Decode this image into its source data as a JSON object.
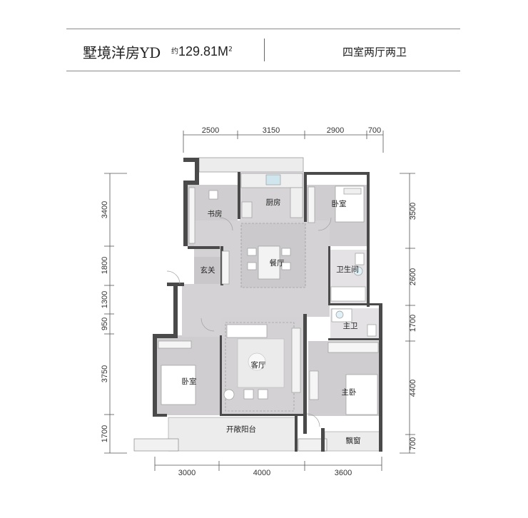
{
  "header": {
    "title": "墅境洋房YD",
    "area_prefix": "约",
    "area_value": "129.81M",
    "area_unit_sup": "2",
    "layout_type": "四室两厅两卫"
  },
  "dimensions": {
    "top": [
      "2500",
      "3150",
      "2900",
      "700"
    ],
    "bottom": [
      "3000",
      "4000",
      "3600"
    ],
    "left": [
      "3400",
      "1800",
      "1300",
      "950",
      "3750",
      "1700"
    ],
    "right": [
      "3500",
      "2600",
      "1700",
      "4400",
      "700"
    ]
  },
  "rooms": {
    "study": "书房",
    "kitchen": "厨房",
    "bedroom_ne": "卧室",
    "dining": "餐厅",
    "foyer": "玄关",
    "bathroom": "卫生间",
    "master_bath": "主卫",
    "living": "客厅",
    "bedroom_sw": "卧室",
    "master_bed": "主卧",
    "balcony": "开敞阳台",
    "bay_window": "飘窗"
  },
  "colors": {
    "wall": "#4a4a4a",
    "floor": "#cfcdcf",
    "floor_light": "#dedcdf",
    "balcony": "#ececec",
    "wood": "#8b4a3c"
  }
}
